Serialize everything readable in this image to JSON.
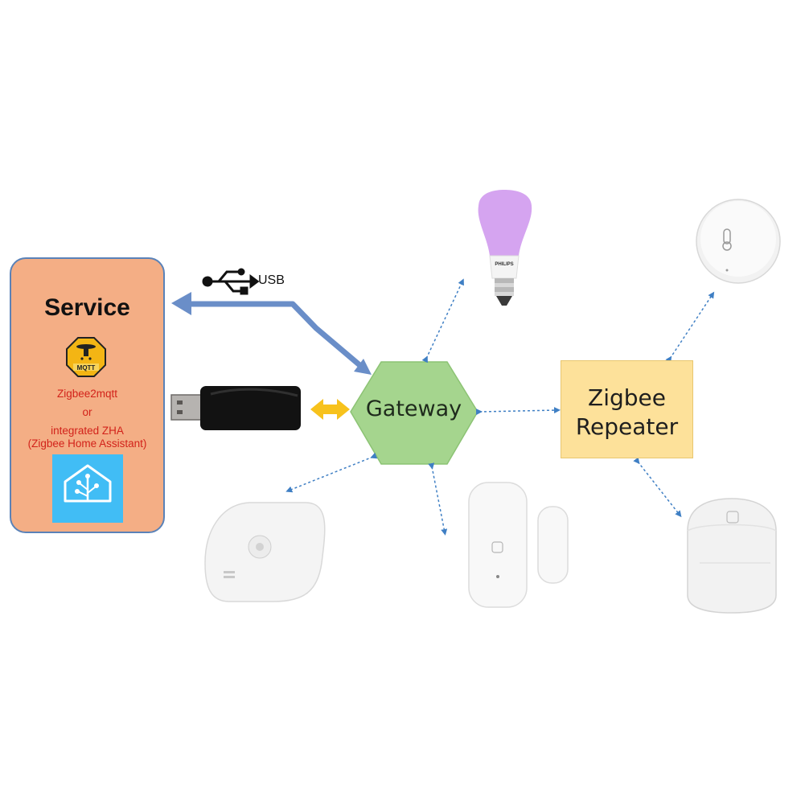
{
  "service": {
    "title": "Service",
    "software_1": "Zigbee2mqtt",
    "separator": "or",
    "software_2": "integrated ZHA",
    "software_2_detail": "(Zigbee Home Assistant)",
    "mqtt_logo_text": "MQTT"
  },
  "connection": {
    "usb_label": "USB"
  },
  "gateway": {
    "label": "Gateway"
  },
  "repeater": {
    "line1": "Zigbee",
    "line2": "Repeater"
  },
  "devices": {
    "bulb_brand": "PHILIPS"
  },
  "colors": {
    "service_fill": "#f4ae85",
    "service_border": "#5a82b8",
    "service_text_red": "#d2221a",
    "gateway_fill": "#a5d58e",
    "repeater_fill": "#fde19a",
    "usb_arrow": "#6a8ec8",
    "serial_arrow": "#f7c21c",
    "zigbee_link": "#3f7fc4",
    "ha_blue": "#41bdf5"
  }
}
